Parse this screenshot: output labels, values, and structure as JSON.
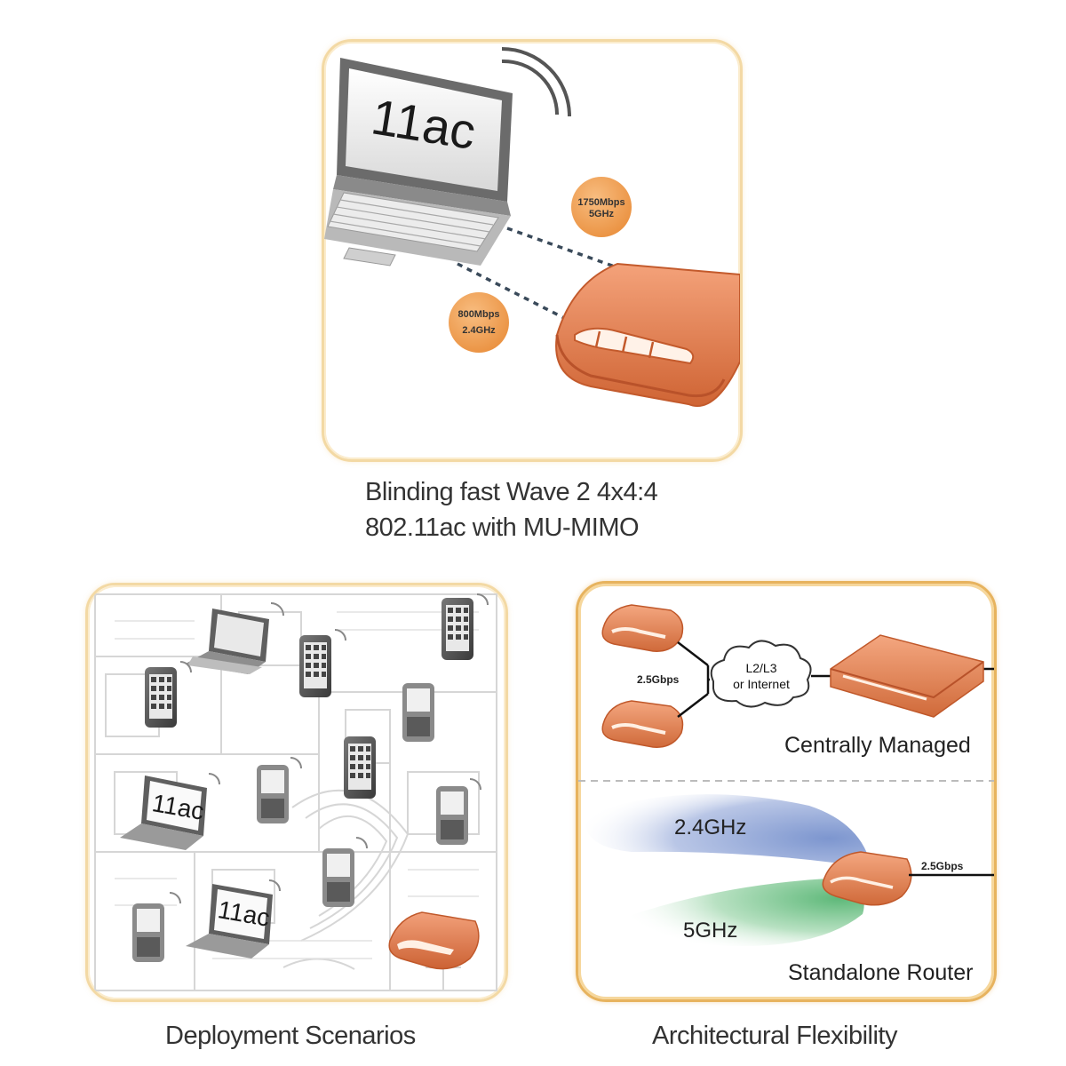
{
  "top_panel": {
    "screen_text": "11ac",
    "badge_5ghz": {
      "line1": "1750Mbps",
      "line2": "5GHz"
    },
    "badge_24ghz": {
      "line1": "800Mbps",
      "line2": "2.4GHz"
    },
    "caption_line1": "Blinding fast Wave 2 4x4:4",
    "caption_line2": "802.11ac with MU-MIMO"
  },
  "deployment_panel": {
    "laptop_label": "11ac",
    "caption": "Deployment Scenarios"
  },
  "architecture_panel": {
    "link_speed_top": "2.5Gbps",
    "cloud_line1": "L2/L3",
    "cloud_line2": "or Internet",
    "centrally_managed": "Centrally Managed",
    "band_24": "2.4GHz",
    "band_5": "5GHz",
    "link_speed_bottom": "2.5Gbps",
    "standalone_router": "Standalone Router",
    "caption": "Architectural Flexibility"
  },
  "colors": {
    "router_orange": "#e07a4a",
    "badge_orange": "#f2a45a",
    "panel_border": "#f3d9a4",
    "band_24_blue": "#9fb2dc",
    "band_5_green": "#8ccc9c"
  }
}
